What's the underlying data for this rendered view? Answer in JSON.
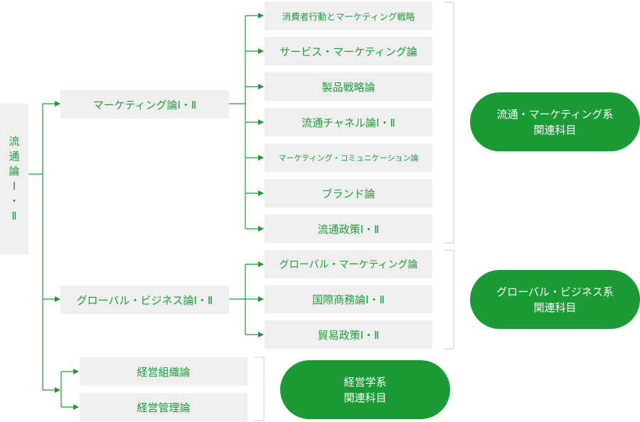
{
  "root": {
    "lines": [
      "流",
      "通",
      "論",
      "Ⅰ",
      "・",
      "Ⅱ"
    ]
  },
  "level1": [
    {
      "label": "マーケティング論Ⅰ・Ⅱ"
    },
    {
      "label": "グローバル・ビジネス論Ⅰ・Ⅱ"
    }
  ],
  "marketing_courses": [
    {
      "label": "消費者行動とマーケティング戦略"
    },
    {
      "label": "サービス・マーケティング論"
    },
    {
      "label": "製品戦略論"
    },
    {
      "label": "流通チャネル論Ⅰ・Ⅱ"
    },
    {
      "label": "マーケティング・コミュニケーション論"
    },
    {
      "label": "ブランド論"
    },
    {
      "label": "流通政策Ⅰ・Ⅱ"
    }
  ],
  "global_courses": [
    {
      "label": "グローバル・マーケティング論"
    },
    {
      "label": "国際商務論Ⅰ・Ⅱ"
    },
    {
      "label": "貿易政策Ⅰ・Ⅱ"
    }
  ],
  "management_courses": [
    {
      "label": "経営組織論"
    },
    {
      "label": "経営管理論"
    }
  ],
  "categories": [
    {
      "line1": "流通・マーケティング系",
      "line2": "関連科目"
    },
    {
      "line1": "グローバル・ビジネス系",
      "line2": "関連科目"
    },
    {
      "line1": "経営学系",
      "line2": "関連科目"
    }
  ],
  "colors": {
    "accent": "#1a9b35",
    "text_green": "#1e9e3a",
    "box_bg": "#efefef",
    "bracket": "#cccccc"
  }
}
